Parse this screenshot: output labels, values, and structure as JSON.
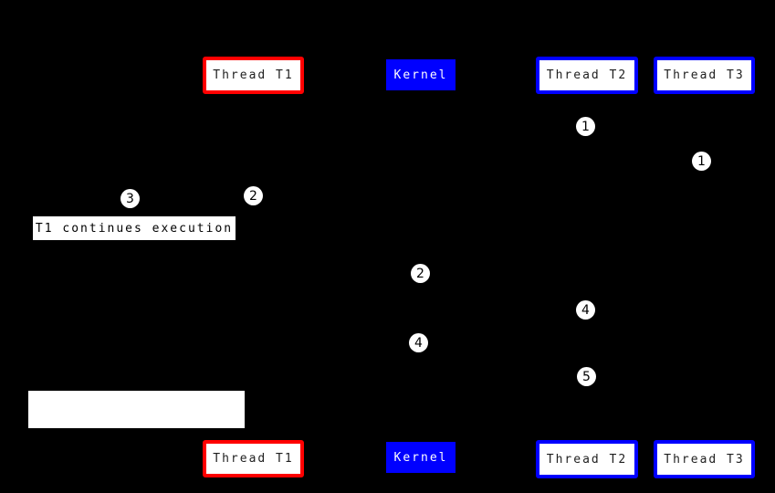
{
  "diagram": {
    "background": "#000000",
    "lanes": {
      "thread_t1": {
        "label": "Thread T1",
        "border_color": "#ff0000",
        "fill": "#ffffff",
        "text_color": "#1f1f1f"
      },
      "kernel": {
        "label": "Kernel",
        "fill": "#0000ff",
        "text_color": "#ffffff"
      },
      "thread_t2": {
        "label": "Thread T2",
        "border_color": "#0000ff",
        "fill": "#ffffff",
        "text_color": "#1f1f1f"
      },
      "thread_t3": {
        "label": "Thread T3",
        "border_color": "#0000ff",
        "fill": "#ffffff",
        "text_color": "#1f1f1f"
      }
    },
    "steps": [
      {
        "label": "1",
        "lane": "thread_t2"
      },
      {
        "label": "1",
        "lane": "thread_t3"
      },
      {
        "label": "2",
        "lane": "thread_t1"
      },
      {
        "label": "3",
        "lane": "left-of-thread_t1"
      },
      {
        "label": "2",
        "lane": "kernel"
      },
      {
        "label": "4",
        "lane": "thread_t2"
      },
      {
        "label": "4",
        "lane": "kernel"
      },
      {
        "label": "5",
        "lane": "thread_t2"
      }
    ],
    "notes": {
      "t1_continues": "T1 continues execution",
      "blank": ""
    },
    "colors": {
      "marker_fill": "#ffffff",
      "marker_text": "#000000"
    }
  }
}
